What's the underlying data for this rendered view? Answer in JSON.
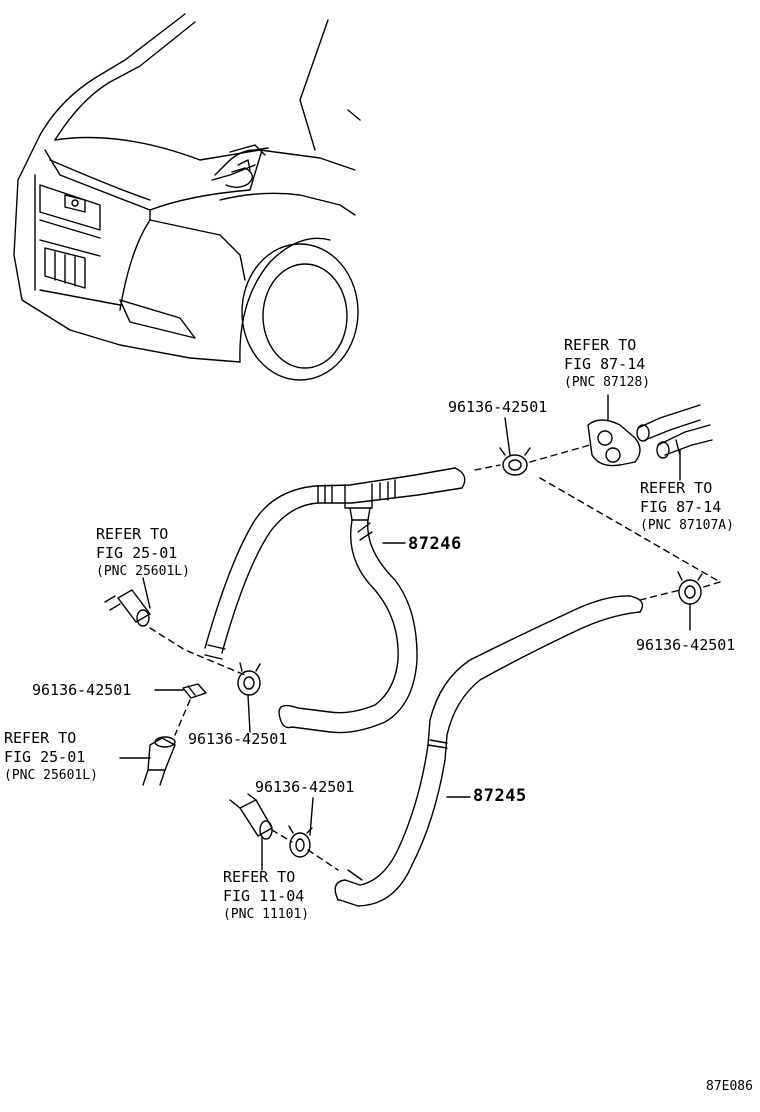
{
  "diagram_code": "87E086",
  "parts": {
    "hose_upper": "87246",
    "hose_lower": "87245",
    "clamp_top": "96136-42501",
    "clamp_right": "96136-42501",
    "clamp_left": "96136-42501",
    "clamp_mid": "96136-42501",
    "clamp_bottom": "96136-42501"
  },
  "refs": {
    "top_a": {
      "line1": "REFER TO",
      "line2": "FIG 87-14",
      "line3": "(PNC 87128)"
    },
    "top_b": {
      "line1": "REFER TO",
      "line2": "FIG 87-14",
      "line3": "(PNC 87107A)"
    },
    "left_a": {
      "line1": "REFER TO",
      "line2": "FIG 25-01",
      "line3": "(PNC 25601L)"
    },
    "left_b": {
      "line1": "REFER TO",
      "line2": "FIG 25-01",
      "line3": "(PNC 25601L)"
    },
    "bottom": {
      "line1": "REFER TO",
      "line2": "FIG 11-04",
      "line3": "(PNC 11101)"
    }
  }
}
